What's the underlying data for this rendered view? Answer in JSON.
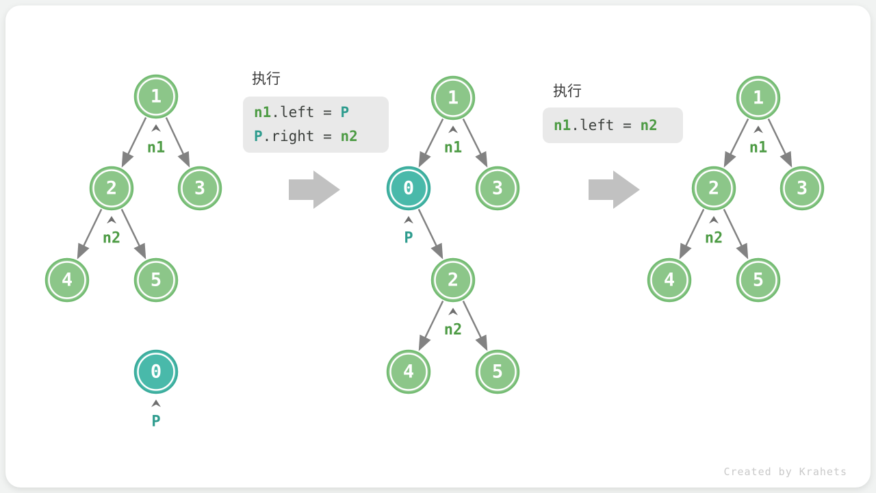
{
  "watermark": "Created by Krahets",
  "colors": {
    "node_green_fill": "#8CC689",
    "node_green_stroke": "#72BB71",
    "node_teal_fill": "#49B9AA",
    "node_teal_stroke": "#3AAB9B",
    "edge_gray": "#828282",
    "label_green": "#4D9B44",
    "label_teal": "#2E9C8E",
    "code_background": "#E9E9E9",
    "code_text": "#3B3F3C",
    "transition_arrow": "#C1C1C1"
  },
  "steps": [
    {
      "title": "执行",
      "lines": [
        [
          {
            "t": "n1",
            "c": "green"
          },
          {
            "t": ".left = ",
            "c": "plain"
          },
          {
            "t": "P",
            "c": "teal"
          }
        ],
        [
          {
            "t": "P",
            "c": "teal"
          },
          {
            "t": ".right = ",
            "c": "plain"
          },
          {
            "t": "n2",
            "c": "green"
          }
        ]
      ]
    },
    {
      "title": "执行",
      "lines": [
        [
          {
            "t": "n1",
            "c": "green"
          },
          {
            "t": ".left = ",
            "c": "plain"
          },
          {
            "t": "n2",
            "c": "green"
          }
        ]
      ]
    }
  ],
  "trees": [
    {
      "name": "initial tree with detached node P",
      "nodes": {
        "a": "1",
        "b": "2",
        "c": "3",
        "d": "4",
        "e": "5",
        "p": "0"
      },
      "labels": {
        "n1": "n1",
        "n2": "n2",
        "p": "P"
      }
    },
    {
      "name": "tree after inserting P between n1 and n2",
      "nodes": {
        "a": "1",
        "p": "0",
        "c": "3",
        "b": "2",
        "d": "4",
        "e": "5"
      },
      "labels": {
        "n1": "n1",
        "p": "P",
        "n2": "n2"
      }
    },
    {
      "name": "tree after removing P",
      "nodes": {
        "a": "1",
        "b": "2",
        "c": "3",
        "d": "4",
        "e": "5"
      },
      "labels": {
        "n1": "n1",
        "n2": "n2"
      }
    }
  ]
}
